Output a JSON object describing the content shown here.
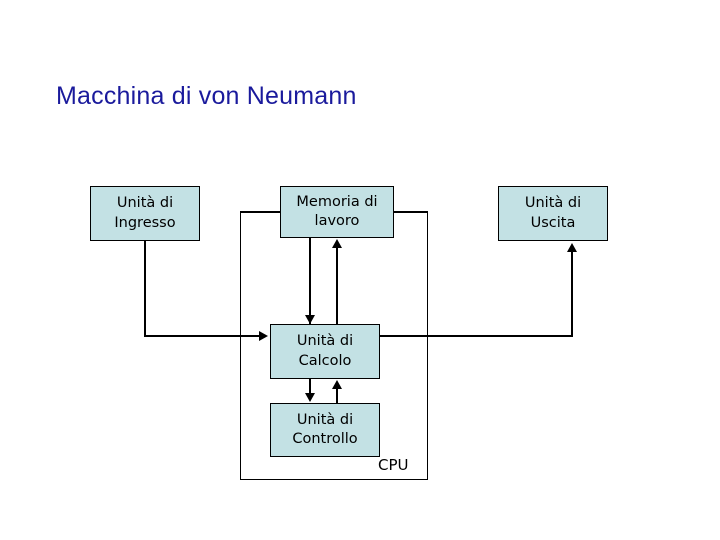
{
  "slide": {
    "title": "Macchina di von Neumann",
    "background_color": "#ffffff",
    "title_color": "#1a1a9c"
  },
  "diagram": {
    "type": "block-diagram",
    "node_fill_color": "#c3e1e4",
    "node_border_color": "#000000",
    "nodes": [
      {
        "id": "ingresso",
        "line1": "Unità di",
        "line2": "Ingresso"
      },
      {
        "id": "memoria",
        "line1": "Memoria di",
        "line2": "lavoro"
      },
      {
        "id": "uscita",
        "line1": "Unità di",
        "line2": "Uscita"
      },
      {
        "id": "calcolo",
        "line1": "Unità di",
        "line2": "Calcolo"
      },
      {
        "id": "controllo",
        "line1": "Unità di",
        "line2": "Controllo"
      }
    ],
    "group_label": "CPU",
    "connections": [
      {
        "from": "memoria",
        "to": "calcolo",
        "direction": "down"
      },
      {
        "from": "calcolo",
        "to": "memoria",
        "direction": "up"
      },
      {
        "from": "calcolo",
        "to": "controllo",
        "direction": "down"
      },
      {
        "from": "controllo",
        "to": "calcolo",
        "direction": "up"
      },
      {
        "from": "ingresso",
        "to": "calcolo",
        "direction": "right"
      },
      {
        "from": "calcolo",
        "to": "uscita",
        "direction": "up"
      }
    ]
  }
}
